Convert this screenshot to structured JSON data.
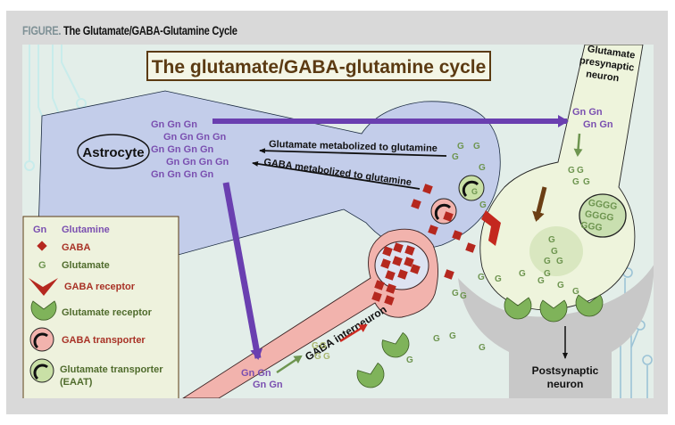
{
  "caption": {
    "lead": "FIGURE.",
    "text": " The Glutamate/GABA-Glutamine Cycle"
  },
  "title": "The glutamate/GABA-glutamine cycle",
  "cells": {
    "astrocyte": "Astrocyte",
    "presynaptic": [
      "Glutamate",
      "presynaptic",
      "neuron"
    ],
    "interneuron": "GABA interneuron",
    "postsynaptic": [
      "Postsynaptic",
      "neuron"
    ]
  },
  "arrows": {
    "glutamate_metabolized": "Glutamate metabolized to glutamine",
    "gaba_metabolized": "GABA metabolized to glutamine"
  },
  "symbols": {
    "glutamine": "Gn",
    "glutamate": "G",
    "vesicle_rows": [
      "GGGG",
      "GGGG",
      "GGG"
    ]
  },
  "astrocyte_glutamine_rows": [
    "Gn  Gn  Gn",
    "Gn  Gn  Gn  Gn",
    "Gn  Gn  Gn  Gn",
    "Gn  Gn  Gn Gn",
    "Gn  Gn  Gn  Gn"
  ],
  "presynaptic_glutamine_rows": [
    "Gn  Gn",
    "Gn  Gn"
  ],
  "interneuron_glutamine_rows": [
    "Gn  Gn",
    "Gn  Gn"
  ],
  "legend": [
    {
      "symbol": "glutamine",
      "label": "Glutamine",
      "color": "#7a4fb0"
    },
    {
      "symbol": "gaba",
      "label": "GABA",
      "color": "#a83226"
    },
    {
      "symbol": "glutamate",
      "label": "Glutamate",
      "color": "#4f6b2c"
    },
    {
      "symbol": "gaba-receptor",
      "label": "GABA receptor",
      "color": "#a83226"
    },
    {
      "symbol": "glutamate-receptor",
      "label": "Glutamate receptor",
      "color": "#4f6b2c"
    },
    {
      "symbol": "gaba-transporter",
      "label": "GABA transporter",
      "color": "#a83226"
    },
    {
      "symbol": "glutamate-transporter",
      "label": "Glutamate transporter",
      "label2": "(EAAT)",
      "color": "#4f6b2c"
    }
  ],
  "colors": {
    "glutamine": "#7a4fb0",
    "gaba": "#b5281f",
    "glutamate": "#6e9550",
    "astrocyte_fill": "#c3cdea",
    "interneuron_fill": "#f2b3ad",
    "presynaptic_fill": "#eef4dc",
    "postsynaptic_fill": "#c8c8c8",
    "title_text": "#5b3a12"
  }
}
